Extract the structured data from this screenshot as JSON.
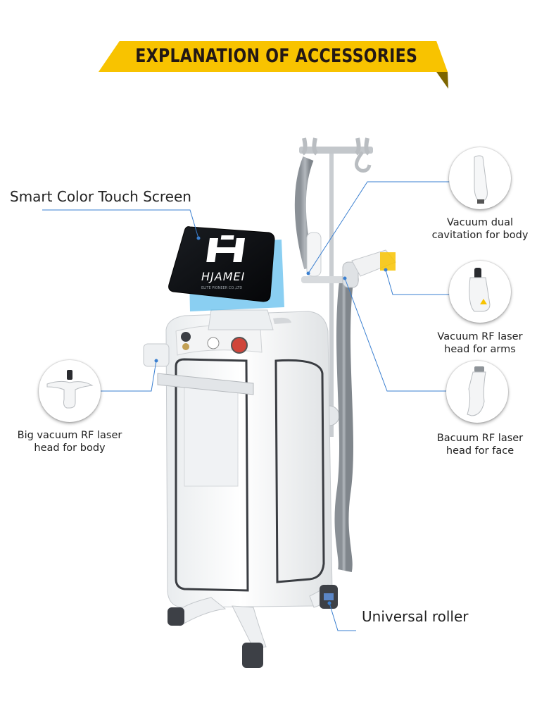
{
  "banner": {
    "title": "EXPLANATION OF ACCESSORIES",
    "color": "#f8c300"
  },
  "machine": {
    "logo_text": "HJAMEI",
    "logo_subtext": "ELITE PIONEER CO.,LTD"
  },
  "callouts": {
    "screen": "Smart Color Touch Screen",
    "roller": "Universal roller",
    "vacuum_dual": {
      "line1": "Vacuum dual",
      "line2": "cavitation for body"
    },
    "rf_arms": {
      "line1": "Vacuum RF laser",
      "line2": "head for arms"
    },
    "rf_face": {
      "line1": "Bacuum RF laser",
      "line2": "head for face"
    },
    "rf_body": {
      "line1": "Big vacuum RF laser",
      "line2": "head for body"
    }
  },
  "colors": {
    "leader_line": "#3a7fd0",
    "screen_glow": "#2aa7e8"
  },
  "icons": [
    "vacuum-dual-handpiece",
    "rf-arms-handpiece",
    "rf-face-handpiece",
    "big-rf-body-handpiece"
  ]
}
